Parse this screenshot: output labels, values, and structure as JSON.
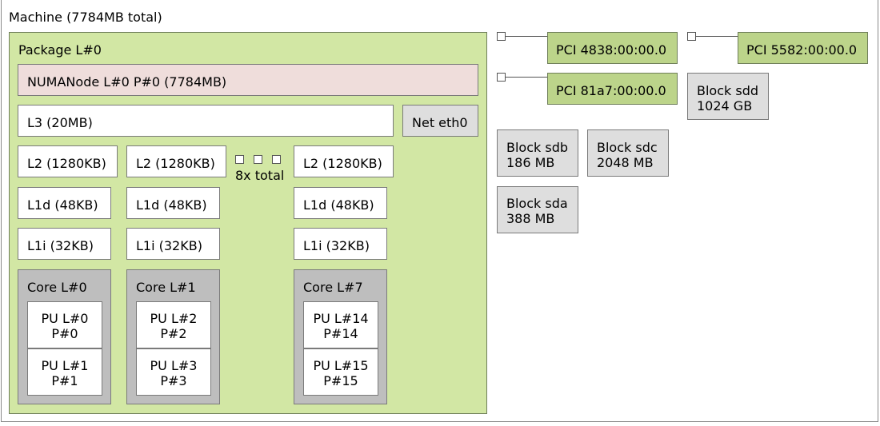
{
  "machine": {
    "title": "Machine (7784MB total)"
  },
  "package": {
    "title": "Package L#0"
  },
  "numa": {
    "label": "NUMANode L#0 P#0 (7784MB)"
  },
  "l3": {
    "label": "L3 (20MB)"
  },
  "net": {
    "label": "Net eth0"
  },
  "l2": [
    "L2 (1280KB)",
    "L2 (1280KB)",
    "L2 (1280KB)"
  ],
  "collapsed": {
    "label": "8x total"
  },
  "l1d": [
    "L1d (48KB)",
    "L1d (48KB)",
    "L1d (48KB)"
  ],
  "l1i": [
    "L1i (32KB)",
    "L1i (32KB)",
    "L1i (32KB)"
  ],
  "cores": [
    {
      "title": "Core L#0",
      "pus": [
        [
          "PU L#0",
          "P#0"
        ],
        [
          "PU L#1",
          "P#1"
        ]
      ]
    },
    {
      "title": "Core L#1",
      "pus": [
        [
          "PU L#2",
          "P#2"
        ],
        [
          "PU L#3",
          "P#3"
        ]
      ]
    },
    {
      "title": "Core L#7",
      "pus": [
        [
          "PU L#14",
          "P#14"
        ],
        [
          "PU L#15",
          "P#15"
        ]
      ]
    }
  ],
  "pci": [
    "PCI 4838:00:00.0",
    "PCI 5582:00:00.0",
    "PCI 81a7:00:00.0"
  ],
  "blocks": [
    [
      "Block sdd",
      "1024 GB"
    ],
    [
      "Block sdb",
      "186 MB"
    ],
    [
      "Block sdc",
      "2048 MB"
    ],
    [
      "Block sda",
      "388 MB"
    ]
  ]
}
